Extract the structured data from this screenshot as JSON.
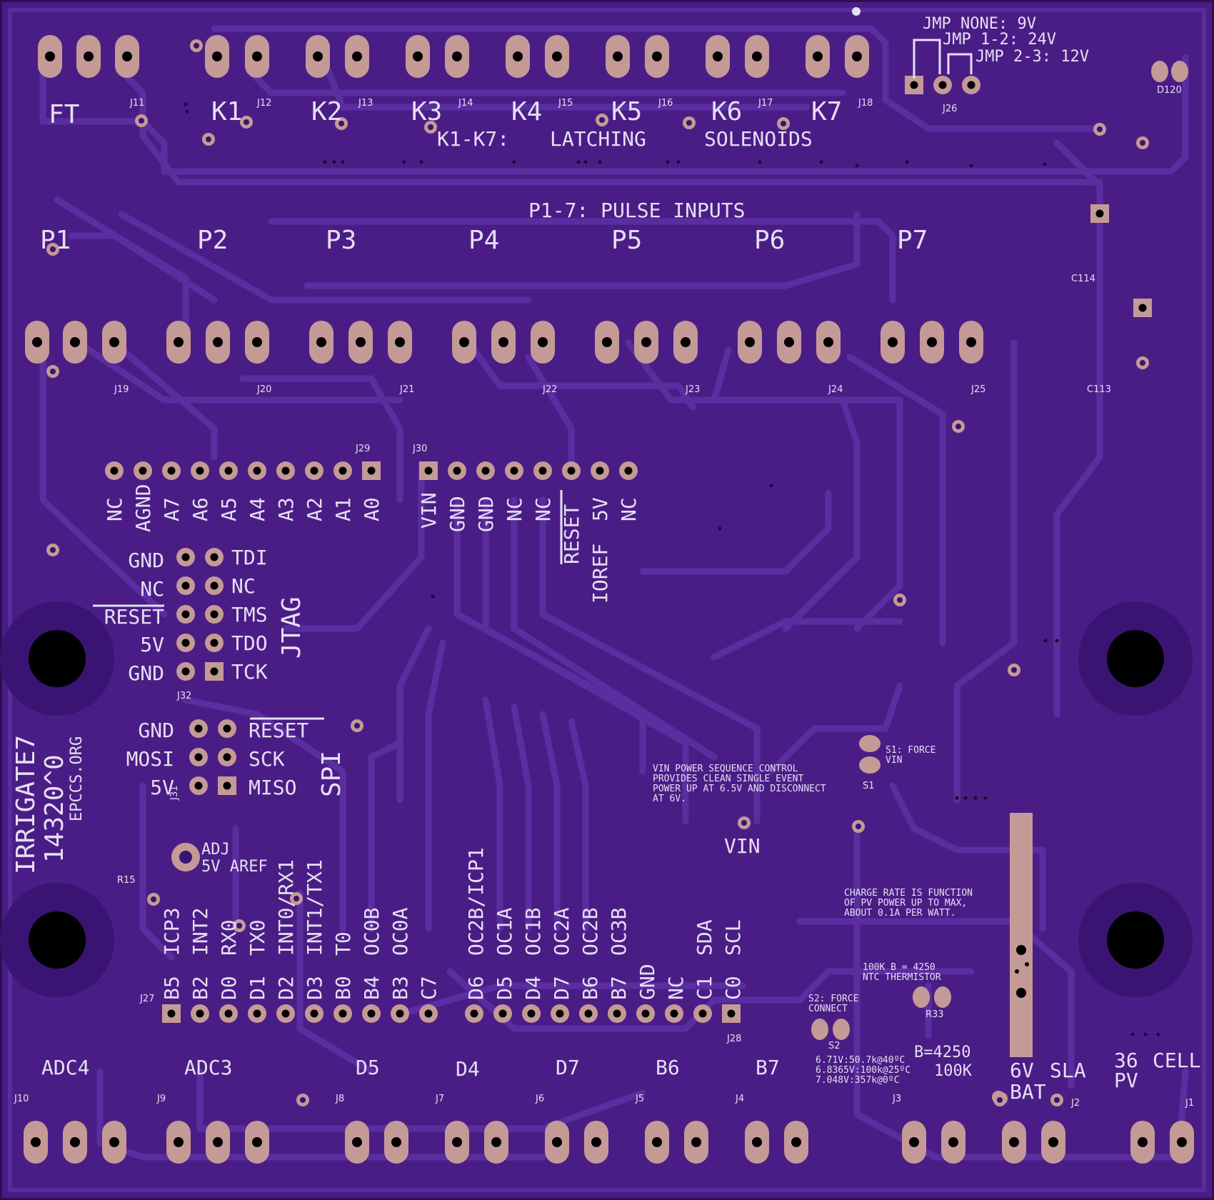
{
  "board": {
    "title": "IRRIGATE7",
    "version": "14320^0",
    "site": "EPCCS.ORG",
    "colors": {
      "mask": "#4a1d86",
      "mask_dark": "#3a1472",
      "trace": "#5a2ea0",
      "pad": "#c49a96",
      "silk": "#e6def2"
    }
  },
  "top": {
    "jumper_notes": [
      "JMP NONE: 9V",
      "JMP 1-2: 24V",
      "JMP 2-3: 12V"
    ],
    "relay_labels": [
      "FT",
      "K1",
      "K2",
      "K3",
      "K4",
      "K5",
      "K6",
      "K7"
    ],
    "relay_caption": [
      "K1-K7:",
      "LATCHING",
      "SOLENOIDS"
    ],
    "header_refs": [
      "J11",
      "J12",
      "J13",
      "J14",
      "J15",
      "J16",
      "J17",
      "J18"
    ],
    "jumper_ref": "J26",
    "diode_ref": "D120"
  },
  "pulse": {
    "caption": "P1-7: PULSE INPUTS",
    "labels": [
      "P1",
      "P2",
      "P3",
      "P4",
      "P5",
      "P6",
      "P7"
    ],
    "refs": [
      "J19",
      "J20",
      "J21",
      "J22",
      "J23",
      "J24",
      "J25"
    ],
    "caps": [
      "C114",
      "C113"
    ]
  },
  "analog_header": {
    "ref": "J29",
    "pins": [
      "NC",
      "AGND",
      "A7",
      "A6",
      "A5",
      "A4",
      "A3",
      "A2",
      "A1",
      "A0"
    ]
  },
  "power_header": {
    "ref": "J30",
    "pins": [
      "VIN",
      "GND",
      "GND",
      "NC",
      "NC",
      "RESET",
      "5V",
      "NC"
    ],
    "ioref": "IOREF"
  },
  "jtag": {
    "ref": "J32",
    "title": "JTAG",
    "left": [
      "GND",
      "NC",
      "RESET",
      "5V",
      "GND"
    ],
    "right": [
      "TDI",
      "NC",
      "TMS",
      "TDO",
      "TCK"
    ]
  },
  "spi": {
    "ref": "J31",
    "title": "SPI",
    "left": [
      "GND",
      "MOSI",
      "5V"
    ],
    "right": [
      "RESET",
      "SCK",
      "MISO"
    ]
  },
  "adj": {
    "label1": "ADJ",
    "label2": "5V AREF",
    "ref": "R15"
  },
  "digital_header": {
    "ref_left": "J27",
    "ref_right": "J28",
    "functions_left": [
      "ICP3",
      "INT2",
      "RX0",
      "TX0",
      "INT0/RX1",
      "INT1/TX1",
      "T0",
      "OC0B",
      "OC0A"
    ],
    "pins_left": [
      "B5",
      "B2",
      "D0",
      "D1",
      "D2",
      "D3",
      "B0",
      "B4",
      "B3",
      "C7"
    ],
    "functions_right": [
      "OC2B/ICP1",
      "OC1A",
      "OC1B",
      "OC2A",
      "OC2B",
      "OC3B",
      "",
      "",
      "SDA",
      "SCL"
    ],
    "pins_right": [
      "D6",
      "D5",
      "D4",
      "D7",
      "B6",
      "B7",
      "GND",
      "NC",
      "C1",
      "C0"
    ]
  },
  "power_notes": {
    "vin_note": [
      "VIN POWER SEQUENCE CONTROL",
      "PROVIDES CLEAN  SINGLE EVENT",
      "POWER UP AT 6.5V AND DISCONNECT",
      "AT 6V."
    ],
    "vin_label": "VIN",
    "s1_note": [
      "S1: FORCE",
      "VIN"
    ],
    "s1_ref": "S1",
    "charge_note": [
      "CHARGE RATE IS FUNCTION",
      "OF PV POWER UP TO MAX,",
      "ABOUT 0.1A PER WATT."
    ],
    "thermistor_note": [
      "100K B = 4250",
      "NTC THERMISTOR"
    ],
    "r33_ref": "R33",
    "s2_note": [
      "S2: FORCE",
      "CONNECT"
    ],
    "s2_ref": "S2",
    "temp_table": [
      "6.71V:50.7k@40ºC",
      "6.8365V:100k@25ºC",
      "7.048V:357k@0ºC"
    ],
    "b_value": "B=4250",
    "r_value": "100K"
  },
  "bottom": {
    "terminal_labels": [
      "ADC4",
      "ADC3",
      "D5",
      "D4",
      "D7",
      "B6",
      "B7"
    ],
    "refs": [
      "J10",
      "J9",
      "J8",
      "J7",
      "J6",
      "J5",
      "J4",
      "J3",
      "J2",
      "J1"
    ],
    "battery_label": [
      "6V",
      "BAT",
      "SLA"
    ],
    "pv_label": [
      "36",
      "CELL",
      "PV"
    ]
  }
}
